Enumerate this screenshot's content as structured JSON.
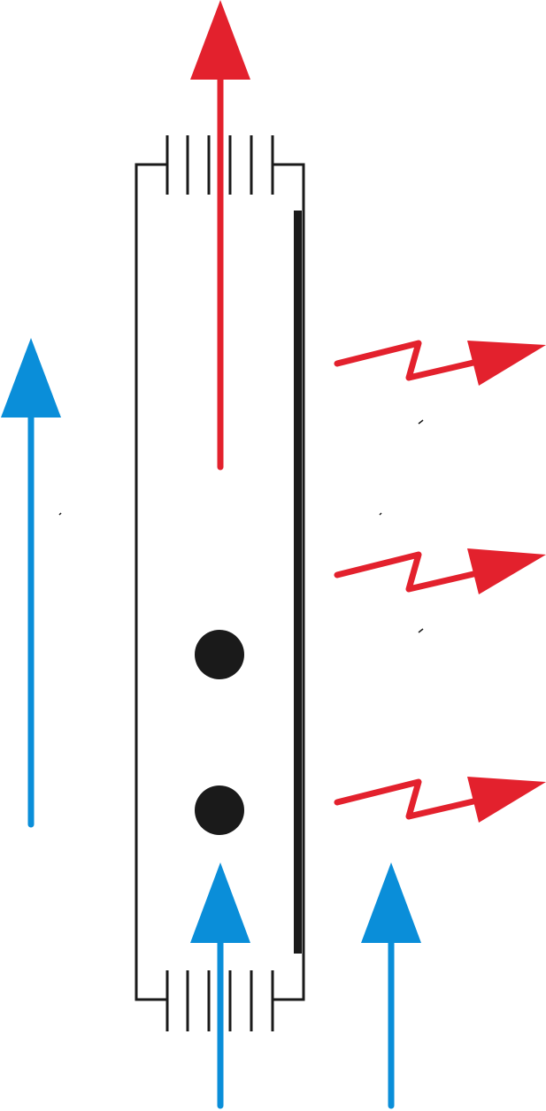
{
  "diagram": {
    "description_type": "heat-exchanger-flow-schematic",
    "colors": {
      "hot_flow": "#E3212D",
      "cold_flow": "#0A8ED9",
      "outline": "#1A1A1A",
      "background": "#FFFFFF"
    },
    "icons": {
      "hot_outlet": "up-arrow-icon",
      "cold_inflow": "up-arrow-icon",
      "heat_radiation": "zigzag-arrow-icon",
      "particles": "dot-icon"
    },
    "counts": {
      "heat_radiation_arrows": 3,
      "particles": 2,
      "top_fins": 6,
      "bottom_fins": 6
    }
  }
}
